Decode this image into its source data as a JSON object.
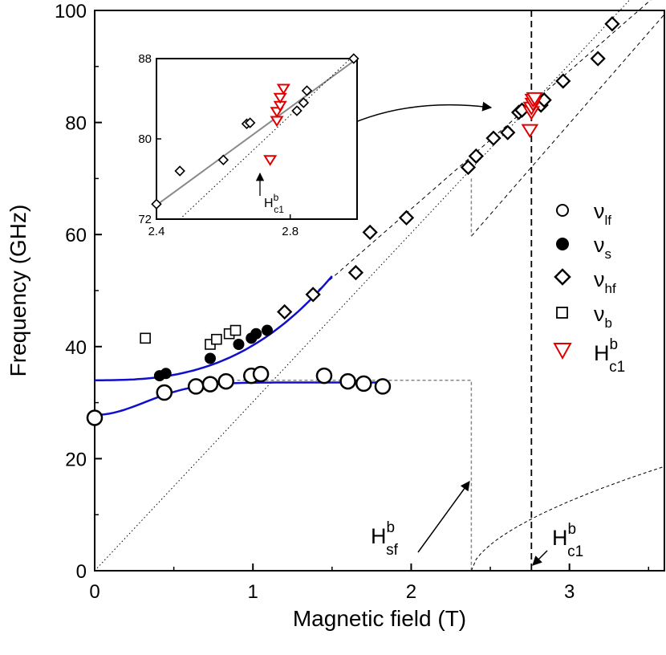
{
  "chart_data": {
    "type": "scatter",
    "xlabel": "Magnetic field (T)",
    "ylabel": "Frequency (GHz)",
    "xlim": [
      0,
      3.6
    ],
    "ylim": [
      0,
      100
    ],
    "xticks": [
      "0",
      "1",
      "2",
      "3"
    ],
    "yticks": [
      "0",
      "20",
      "40",
      "60",
      "80",
      "100"
    ],
    "legend_position": "right",
    "legend": [
      {
        "key": "lf",
        "base": "ν",
        "sub": "lf",
        "sup": ""
      },
      {
        "key": "s",
        "base": "ν",
        "sub": "s",
        "sup": ""
      },
      {
        "key": "hf",
        "base": "ν",
        "sub": "hf",
        "sup": ""
      },
      {
        "key": "b",
        "base": "ν",
        "sub": "b",
        "sup": ""
      },
      {
        "key": "hc1",
        "base": "H",
        "sub": "c1",
        "sup": "b"
      }
    ],
    "annotations": [
      {
        "key": "hsf",
        "base": "H",
        "sub": "sf",
        "sup": "b"
      },
      {
        "key": "hc1",
        "base": "H",
        "sub": "c1",
        "sup": "b"
      }
    ],
    "marker_color_hc1": "#e00000",
    "fit_color": "#1010cc",
    "series": [
      {
        "name": "lf",
        "marker": "circle-open",
        "x": [
          0.0,
          0.44,
          0.64,
          0.73,
          0.83,
          0.99,
          1.05,
          1.45,
          1.6,
          1.7,
          1.82
        ],
        "y": [
          27.3,
          31.8,
          32.9,
          33.3,
          33.8,
          34.8,
          35.1,
          34.8,
          33.8,
          33.4,
          32.9
        ]
      },
      {
        "name": "s",
        "marker": "circle-filled",
        "x": [
          0.41,
          0.45,
          0.73,
          0.91,
          0.99,
          1.02,
          1.09
        ],
        "y": [
          34.8,
          35.2,
          37.9,
          40.4,
          41.5,
          42.3,
          42.9
        ]
      },
      {
        "name": "hf",
        "marker": "diamond-open",
        "x": [
          1.2,
          1.38,
          1.65,
          1.74,
          1.97,
          2.36,
          2.41,
          2.52,
          2.61,
          2.68,
          2.7,
          2.82,
          2.84,
          2.96,
          3.18,
          3.27
        ],
        "y": [
          46.2,
          49.3,
          53.2,
          60.4,
          63.0,
          72.0,
          74.0,
          77.2,
          78.2,
          81.8,
          82.2,
          83.1,
          84.0,
          87.4,
          91.4,
          97.6
        ]
      },
      {
        "name": "b",
        "marker": "square-open",
        "x": [
          0.32,
          0.73,
          0.77,
          0.85,
          0.89
        ],
        "y": [
          41.5,
          40.4,
          41.3,
          42.3,
          42.9
        ]
      },
      {
        "name": "hc1",
        "marker": "triangle-down-open",
        "x": [
          2.75,
          2.76,
          2.76,
          2.77,
          2.77,
          2.78
        ],
        "y": [
          78.6,
          81.8,
          82.6,
          83.3,
          84.0,
          84.3
        ]
      }
    ],
    "inset": {
      "xlim": [
        2.4,
        3.0
      ],
      "ylim": [
        72,
        88
      ],
      "xticks": [
        "2.4",
        "2.8"
      ],
      "yticks": [
        "72",
        "80",
        "88"
      ],
      "annotation": {
        "base": "H",
        "sub": "c1",
        "sup": "b"
      },
      "diamonds": {
        "x": [
          2.4,
          2.47,
          2.6,
          2.67,
          2.68,
          2.82,
          2.84,
          2.85,
          2.99
        ],
        "y": [
          73.5,
          76.8,
          77.9,
          81.5,
          81.6,
          82.8,
          83.6,
          84.8,
          88.0
        ]
      },
      "triangles": {
        "x": [
          2.74,
          2.76,
          2.76,
          2.77,
          2.77,
          2.78
        ],
        "y": [
          77.9,
          81.8,
          82.7,
          83.3,
          84.1,
          85.0
        ]
      }
    }
  }
}
